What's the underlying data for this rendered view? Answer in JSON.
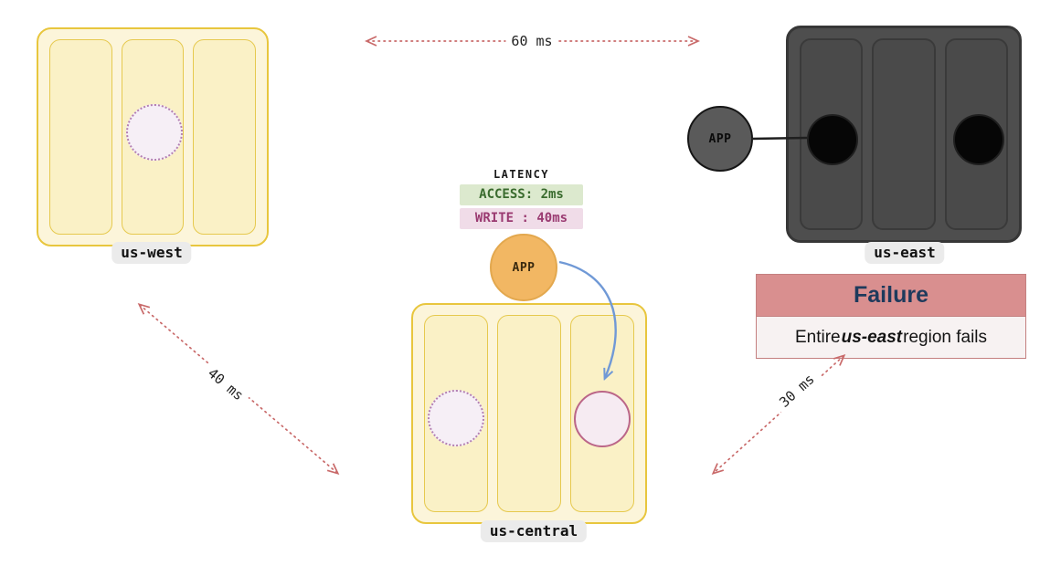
{
  "regions": {
    "us_west": {
      "label": "us-west"
    },
    "us_east": {
      "label": "us-east"
    },
    "us_central": {
      "label": "us-central"
    }
  },
  "apps": {
    "east": {
      "label": "APP"
    },
    "central": {
      "label": "APP"
    }
  },
  "latency_panel": {
    "title": "LATENCY",
    "access_row": "ACCESS: 2ms",
    "write_row": "WRITE : 40ms"
  },
  "failure_card": {
    "title": "Failure",
    "body_prefix": "Entire ",
    "body_emphasis": "us-east",
    "body_suffix": " region fails"
  },
  "links": {
    "west_east": {
      "label": "60 ms"
    },
    "west_central": {
      "label": "40 ms"
    },
    "east_central": {
      "label": "30 ms"
    }
  },
  "colors": {
    "yellow_region_fill": "#FCF5DA",
    "yellow_region_border": "#E8C63E",
    "dark_region_fill": "#4E4E4E",
    "link_arrow": "#C96A6A",
    "app_orange": "#F2B763",
    "blue_arrow": "#7099D6",
    "access_bg": "#DCE9CE",
    "access_text": "#3A6B2E",
    "write_bg": "#F0DCE8",
    "write_text": "#9A3A71",
    "failure_header_bg": "#D98F8F",
    "failure_title_text": "#1E3A5C"
  }
}
